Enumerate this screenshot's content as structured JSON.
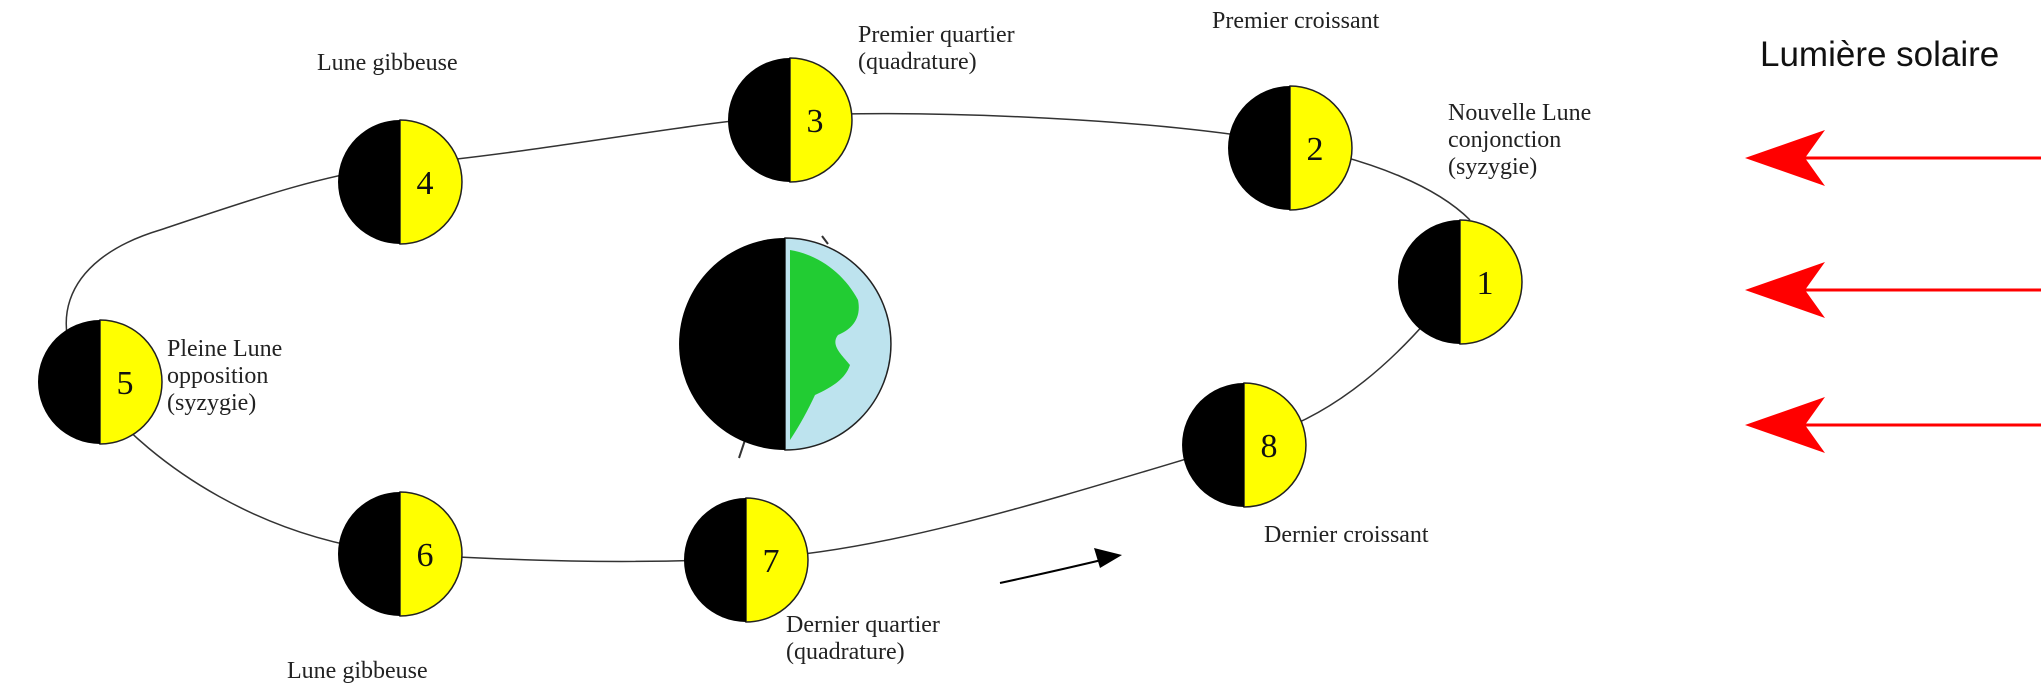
{
  "sunlight_label": "Lumière solaire",
  "colors": {
    "moon_lit": "#ffff00",
    "moon_dark": "#000000",
    "arrow": "#ff0000",
    "earth_land": "#22cc33",
    "earth_ocean": "#bde3ee"
  },
  "moons": [
    {
      "number": "1",
      "label": "Nouvelle Lune\nconjonction\n(syzygie)"
    },
    {
      "number": "2",
      "label": "Premier croissant"
    },
    {
      "number": "3",
      "label": "Premier quartier\n(quadrature)"
    },
    {
      "number": "4",
      "label": "Lune gibbeuse"
    },
    {
      "number": "5",
      "label": "Pleine Lune\nopposition\n(syzygie)"
    },
    {
      "number": "6",
      "label": "Lune gibbeuse"
    },
    {
      "number": "7",
      "label": "Dernier quartier\n(quadrature)"
    },
    {
      "number": "8",
      "label": "Dernier croissant"
    }
  ]
}
